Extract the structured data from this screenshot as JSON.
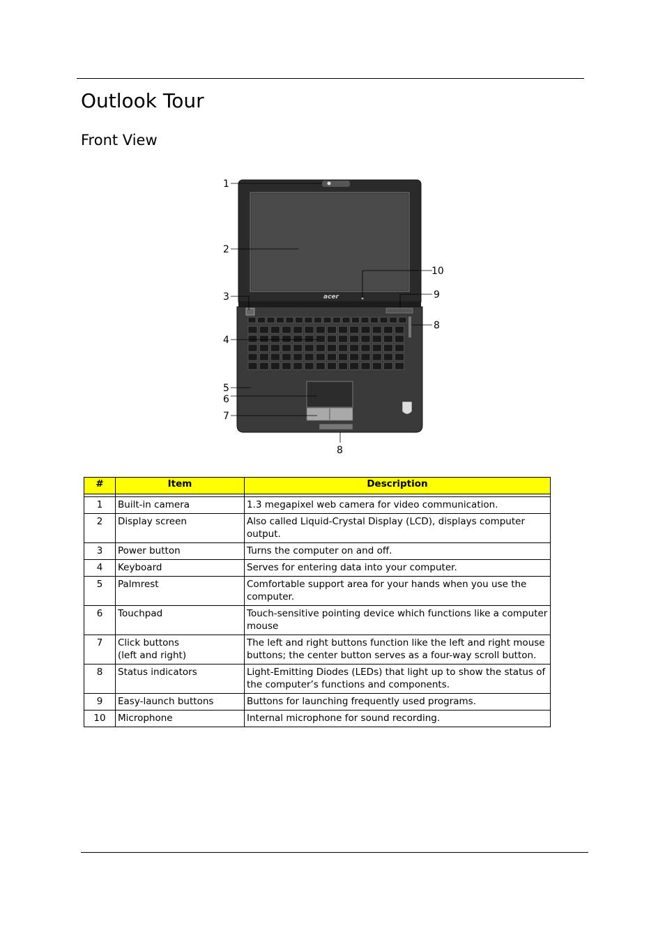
{
  "page": {
    "title": "Outlook Tour",
    "section_title": "Front View"
  },
  "figure": {
    "callouts": [
      "1",
      "2",
      "3",
      "4",
      "5",
      "6",
      "7",
      "8",
      "9",
      "10",
      "8"
    ],
    "brand_mark": "acer"
  },
  "table": {
    "headers": [
      "#",
      "Item",
      "Description"
    ],
    "rows": [
      {
        "num": "1",
        "item": [
          "Built-in camera"
        ],
        "desc": [
          "1.3 megapixel web camera for video communication."
        ]
      },
      {
        "num": "2",
        "item": [
          "Display screen"
        ],
        "desc": [
          "Also called Liquid-Crystal Display (LCD), displays computer",
          "output."
        ]
      },
      {
        "num": "3",
        "item": [
          "Power button"
        ],
        "desc": [
          "Turns the computer on and off."
        ]
      },
      {
        "num": "4",
        "item": [
          "Keyboard"
        ],
        "desc": [
          "Serves for entering data into your computer."
        ]
      },
      {
        "num": "5",
        "item": [
          "Palmrest"
        ],
        "desc": [
          "Comfortable support area for your hands when you use the",
          "computer."
        ]
      },
      {
        "num": "6",
        "item": [
          "Touchpad"
        ],
        "desc": [
          "Touch-sensitive pointing device which functions like a computer",
          "mouse"
        ]
      },
      {
        "num": "7",
        "item": [
          "Click buttons",
          "(left and right)"
        ],
        "desc": [
          "The left and right buttons function like the left and right mouse",
          "buttons; the center button serves as a four-way scroll button."
        ]
      },
      {
        "num": "8",
        "item": [
          "Status indicators"
        ],
        "desc": [
          "Light-Emitting Diodes (LEDs) that light up to show the status of",
          "the computer’s functions and components."
        ]
      },
      {
        "num": "9",
        "item": [
          "Easy-launch buttons"
        ],
        "desc": [
          "Buttons for launching frequently used programs."
        ]
      },
      {
        "num": "10",
        "item": [
          "Microphone"
        ],
        "desc": [
          "Internal microphone for sound recording."
        ]
      }
    ]
  }
}
